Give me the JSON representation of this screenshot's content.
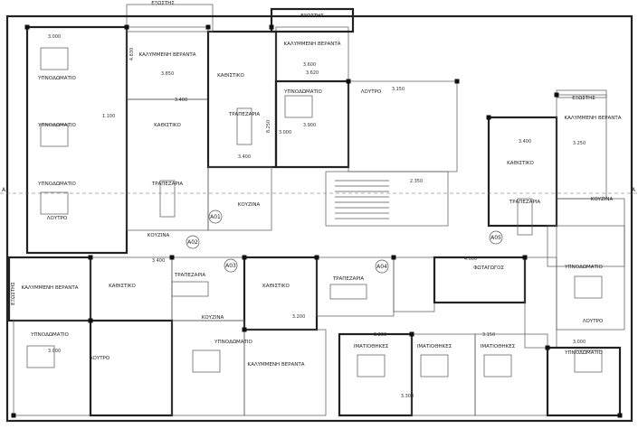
{
  "plan": {
    "room_labels": {
      "bedroom": "ΥΠΝΟΔΩΜΑΤΙΟ",
      "covered_veranda": "ΚΑΛΥΜΜΕΝΗ ΒΕΡΑΝΤΑ",
      "living_room": "ΚΑΘΙΣΤΙΚΟ",
      "dining_room": "ΤΡΑΠΕΖΑΡΙΑ",
      "kitchen": "ΚΟΥΖΙΝΑ",
      "bathroom": "ΛΟΥΤΡΟ",
      "lightwell": "ΦΩΤΑΓΩΓΟΣ",
      "wardrobes": "ΙΜΑΤΙΟΘΗΚΕΣ",
      "balcony": "ΕΞΩΣΤΗΣ"
    },
    "apartments": [
      "A01",
      "A02",
      "A03",
      "A04",
      "A05"
    ],
    "dimensions": [
      "3.000",
      "3.850",
      "3.600",
      "3.400",
      "3.620",
      "3.150",
      "3.250",
      "3.200",
      "3.300",
      "4.000",
      "2.350",
      "1.100",
      "3.900",
      "4.830",
      "8.250"
    ],
    "section_marker": "A"
  }
}
